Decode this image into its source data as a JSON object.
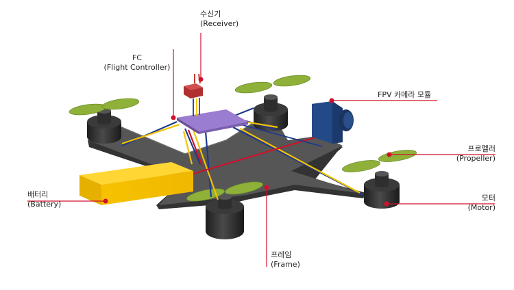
{
  "labels": {
    "receiver": {
      "ko": "수신기",
      "en": "(Receiver)"
    },
    "fc": {
      "ko": "FC",
      "en": "(Flight Controller)"
    },
    "camera": {
      "ko": "FPV 카메라 모듈",
      "en": ""
    },
    "propeller": {
      "ko": "프로펠러",
      "en": "(Propeller)"
    },
    "motor": {
      "ko": "모터",
      "en": "(Motor)"
    },
    "frame": {
      "ko": "프레임",
      "en": "(Frame)"
    },
    "battery": {
      "ko": "배터리",
      "en": "(Battery)"
    }
  },
  "colors": {
    "frame": "#4d4d4d",
    "frame_top": "#5a5a5a",
    "motor": "#2b2b2b",
    "propeller": "#8fb13a",
    "battery": "#f7c600",
    "fc_board": "#8a6bbf",
    "camera": "#1c3d6e",
    "receiver": "#c0392b",
    "wire_red": "#d0112b",
    "wire_blue": "#1f3a8a",
    "wire_yellow": "#f2c200",
    "leader": "#d0112b"
  }
}
